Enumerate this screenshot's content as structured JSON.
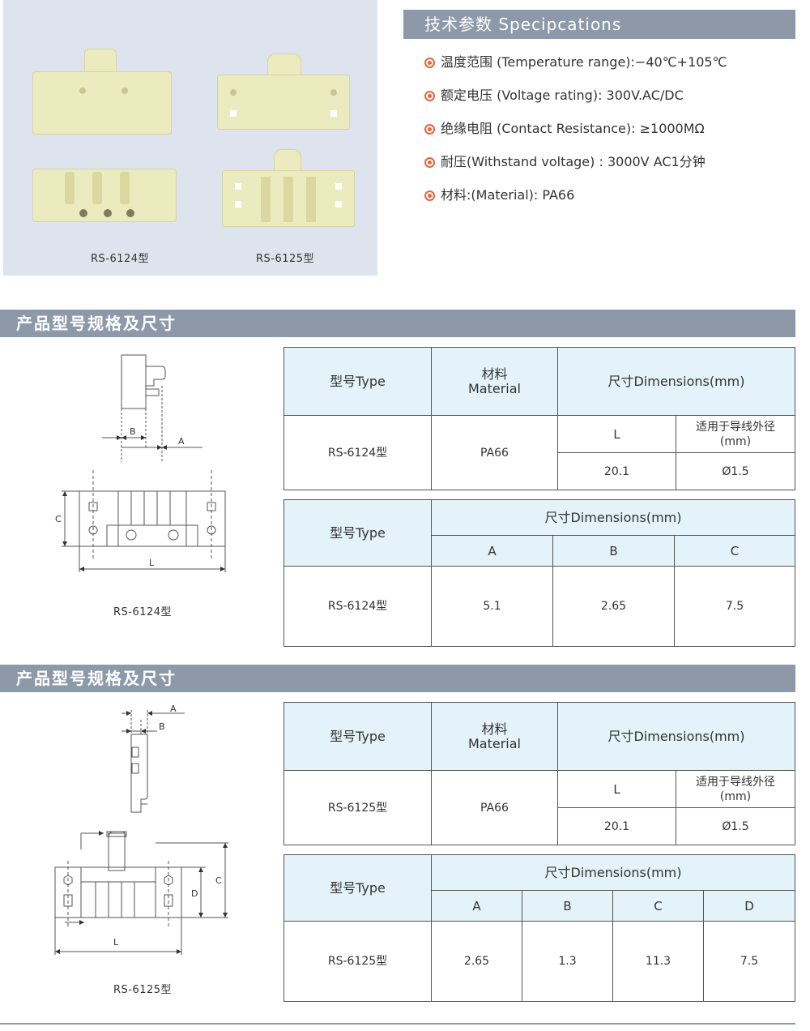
{
  "photos": {
    "label_6124": "RS-6124型",
    "label_6125": "RS-6125型"
  },
  "specs": {
    "title": "技术参数 Specipcations",
    "items": [
      "温度范围 (Temperature range):−40℃+105℃",
      "额定电压 (Voltage rating):  300V.AC/DC",
      "绝缘电阻 (Contact Resistance):  ≥1000MΩ",
      "耐压(Withstand voltage) :  3000V  AC1分钟",
      "材料:(Material): PA66"
    ]
  },
  "section1": {
    "title": "产品型号规格及尺寸",
    "drawing": {
      "label": "RS-6124型",
      "dim_A": "A",
      "dim_B": "B",
      "dim_C": "C",
      "dim_L": "L"
    },
    "table1": {
      "h_type": "型号Type",
      "h_material_cn": "材料",
      "h_material_en": "Material",
      "h_dimensions": "尺寸Dimensions(mm)",
      "h_L": "L",
      "h_wire_cn": "适用于导线外径",
      "h_wire_unit": "(mm)",
      "model": "RS-6124型",
      "material": "PA66",
      "L": "20.1",
      "wire": "Ø1.5"
    },
    "table2": {
      "h_type": "型号Type",
      "h_dimensions": "尺寸Dimensions(mm)",
      "cols": [
        "A",
        "B",
        "C"
      ],
      "model": "RS-6124型",
      "values": [
        "5.1",
        "2.65",
        "7.5"
      ]
    }
  },
  "section2": {
    "title": "产品型号规格及尺寸",
    "drawing": {
      "label": "RS-6125型",
      "dim_A": "A",
      "dim_B": "B",
      "dim_C": "C",
      "dim_D": "D",
      "dim_L": "L"
    },
    "table1": {
      "h_type": "型号Type",
      "h_material_cn": "材料",
      "h_material_en": "Material",
      "h_dimensions": "尺寸Dimensions(mm)",
      "h_L": "L",
      "h_wire_cn": "适用于导线外径",
      "h_wire_unit": "(mm)",
      "model": "RS-6125型",
      "material": "PA66",
      "L": "20.1",
      "wire": "Ø1.5"
    },
    "table2": {
      "h_type": "型号Type",
      "h_dimensions": "尺寸Dimensions(mm)",
      "cols": [
        "A",
        "B",
        "C",
        "D"
      ],
      "model": "RS-6125型",
      "values": [
        "2.65",
        "1.3",
        "11.3",
        "7.5"
      ]
    }
  },
  "colors": {
    "header_bar": "#8d99a9",
    "table_header_bg": "#e4f2f9",
    "bullet": "#e8643a",
    "photo_bg": "#dde4ee",
    "part_color": "#ecebc0"
  }
}
